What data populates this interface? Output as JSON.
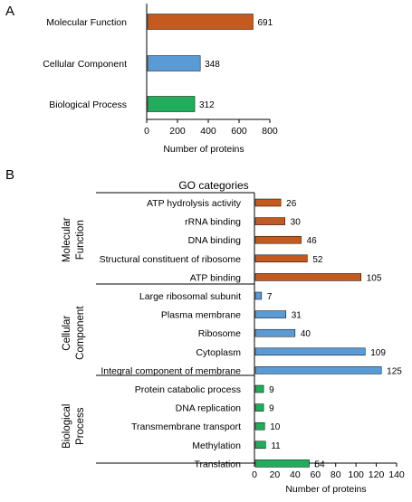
{
  "chart_data": [
    {
      "panel_label": "A",
      "type": "bar",
      "orientation": "horizontal",
      "categories": [
        "Molecular Function",
        "Cellular Component",
        "Biological Process"
      ],
      "values": [
        691,
        348,
        312
      ],
      "data_labels": [
        "691",
        "348",
        "312"
      ],
      "colors": [
        "#c55a1e",
        "#5b9bd5",
        "#22ad5c"
      ],
      "xlabel": "Number of proteins",
      "ylabel": "",
      "xlim": [
        0,
        800
      ],
      "xticks": [
        0,
        200,
        400,
        600,
        800
      ],
      "xtick_labels": [
        "0",
        "200",
        "400",
        "600",
        "800"
      ],
      "grid": false
    },
    {
      "panel_label": "B",
      "type": "bar",
      "orientation": "horizontal",
      "title": "GO categories",
      "groups": [
        {
          "name": "Molecular Function",
          "name_lines": [
            "Molecular",
            "Function"
          ],
          "color": "#c55a1e",
          "categories": [
            "ATP hydrolysis activity",
            "rRNA binding",
            "DNA binding",
            "Structural constituent of ribosome",
            "ATP binding"
          ],
          "values": [
            26,
            30,
            46,
            52,
            105
          ],
          "data_labels": [
            "26",
            "30",
            "46",
            "52",
            "105"
          ]
        },
        {
          "name": "Cellular Component",
          "name_lines": [
            "Cellular",
            "Component"
          ],
          "color": "#5b9bd5",
          "categories": [
            "Large ribosomal subunit",
            "Plasma membrane",
            "Ribosome",
            "Cytoplasm",
            "Integral component of membrane"
          ],
          "values": [
            7,
            31,
            40,
            109,
            125
          ],
          "data_labels": [
            "7",
            "31",
            "40",
            "109",
            "125"
          ]
        },
        {
          "name": "Biological Process",
          "name_lines": [
            "Biological",
            "Process"
          ],
          "color": "#22ad5c",
          "categories": [
            "Protein catabolic process",
            "DNA replication",
            "Transmembrane transport",
            "Methylation",
            "Translation"
          ],
          "values": [
            9,
            9,
            10,
            11,
            54
          ],
          "data_labels": [
            "9",
            "9",
            "10",
            "11",
            "54"
          ]
        }
      ],
      "xlabel": "Number of proteins",
      "xlim": [
        0,
        140
      ],
      "xticks": [
        0,
        20,
        40,
        60,
        80,
        100,
        120,
        140
      ],
      "xtick_labels": [
        "0",
        "20",
        "40",
        "60",
        "80",
        "100",
        "120",
        "140"
      ],
      "grid": false
    }
  ]
}
